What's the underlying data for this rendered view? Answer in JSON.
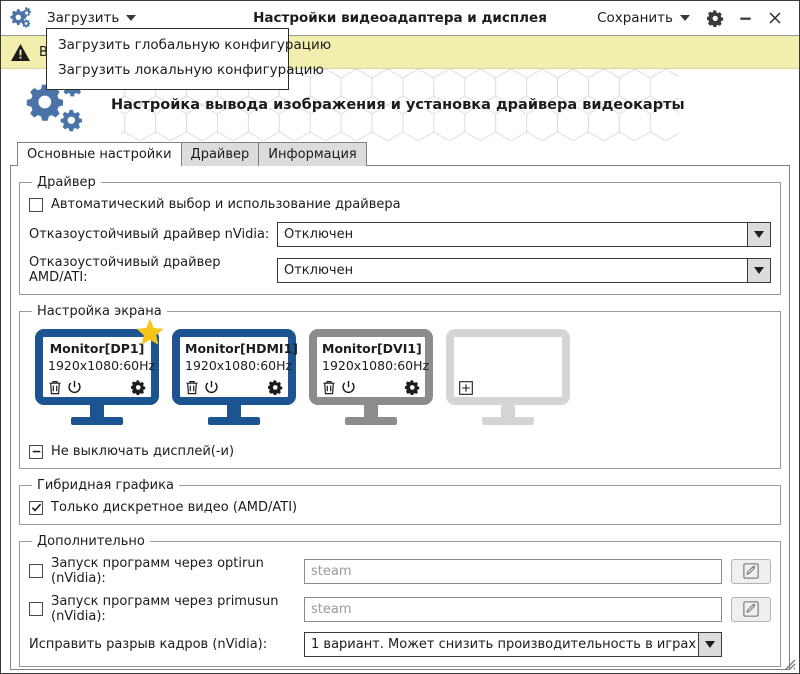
{
  "window": {
    "title": "Настройки видеоадаптера и дисплея",
    "app_icon": "gears-icon",
    "load_menu_label": "Загрузить",
    "save_menu_label": "Сохранить",
    "settings_icon": "gear-icon",
    "minimize_icon": "minimize-icon",
    "close_icon": "close-icon"
  },
  "dropdown": {
    "items": [
      {
        "label": "Загрузить глобальную конфигурацию"
      },
      {
        "label": "Загрузить локальную конфигурацию"
      }
    ]
  },
  "warning": {
    "icon": "warning-triangle-icon",
    "text": "В"
  },
  "header": {
    "icon": "gears-icon",
    "title": "Настройка вывода изображения и установка драйвера видеокарты"
  },
  "tabs": [
    {
      "label": "Основные настройки",
      "active": true
    },
    {
      "label": "Драйвер",
      "active": false
    },
    {
      "label": "Информация",
      "active": false
    }
  ],
  "driver_group": {
    "legend": "Драйвер",
    "auto_checkbox": {
      "label": "Автоматический выбор и использование драйвера",
      "state": "unchecked"
    },
    "nvidia": {
      "label": "Отказоустойчивый драйвер nVidia:",
      "value": "Отключен"
    },
    "amd": {
      "label": "Отказоустойчивый драйвер AMD/ATI:",
      "value": "Отключен"
    }
  },
  "screen_group": {
    "legend": "Настройка экрана",
    "monitors": [
      {
        "name": "Monitor[DP1]",
        "resolution": "1920x1080:60Hz",
        "style": "active",
        "primary": true,
        "icons": [
          "trash-icon",
          "power-icon",
          "gear-icon"
        ]
      },
      {
        "name": "Monitor[HDMI1]",
        "resolution": "1920x1080:60Hz",
        "style": "active",
        "primary": false,
        "icons": [
          "trash-icon",
          "power-icon",
          "gear-icon"
        ]
      },
      {
        "name": "Monitor[DVI1]",
        "resolution": "1920x1080:60Hz",
        "style": "gray",
        "primary": false,
        "icons": [
          "trash-icon",
          "power-icon",
          "gear-icon"
        ]
      },
      {
        "name": "",
        "resolution": "",
        "style": "empty",
        "primary": false,
        "icons": [
          "add-icon"
        ]
      }
    ],
    "keep_on_checkbox": {
      "label": "Не выключать дисплей(-и)",
      "state": "partial"
    }
  },
  "hybrid_group": {
    "legend": "Гибридная графика",
    "discrete_checkbox": {
      "label": "Только дискретное видео (AMD/ATI)",
      "state": "checked"
    }
  },
  "extra_group": {
    "legend": "Дополнительно",
    "optirun": {
      "label": "Запуск программ через optirun (nVidia):",
      "state": "unchecked",
      "placeholder": "steam",
      "value": "",
      "edit_icon": "edit-pencil-icon"
    },
    "primusrun": {
      "label": "Запуск программ через primusun (nVidia):",
      "state": "unchecked",
      "placeholder": "steam",
      "value": "",
      "edit_icon": "edit-pencil-icon"
    },
    "tearing": {
      "label": "Исправить разрыв кадров (nVidia):",
      "value": "1 вариант. Может снизить производительность в играх"
    }
  },
  "colors": {
    "accent_blue": "#1b5490",
    "star_gold": "#f5c518",
    "warning_bg": "#f2eeae",
    "gray_monitor": "#8c8c8c",
    "empty_monitor": "#d5d5d5"
  }
}
